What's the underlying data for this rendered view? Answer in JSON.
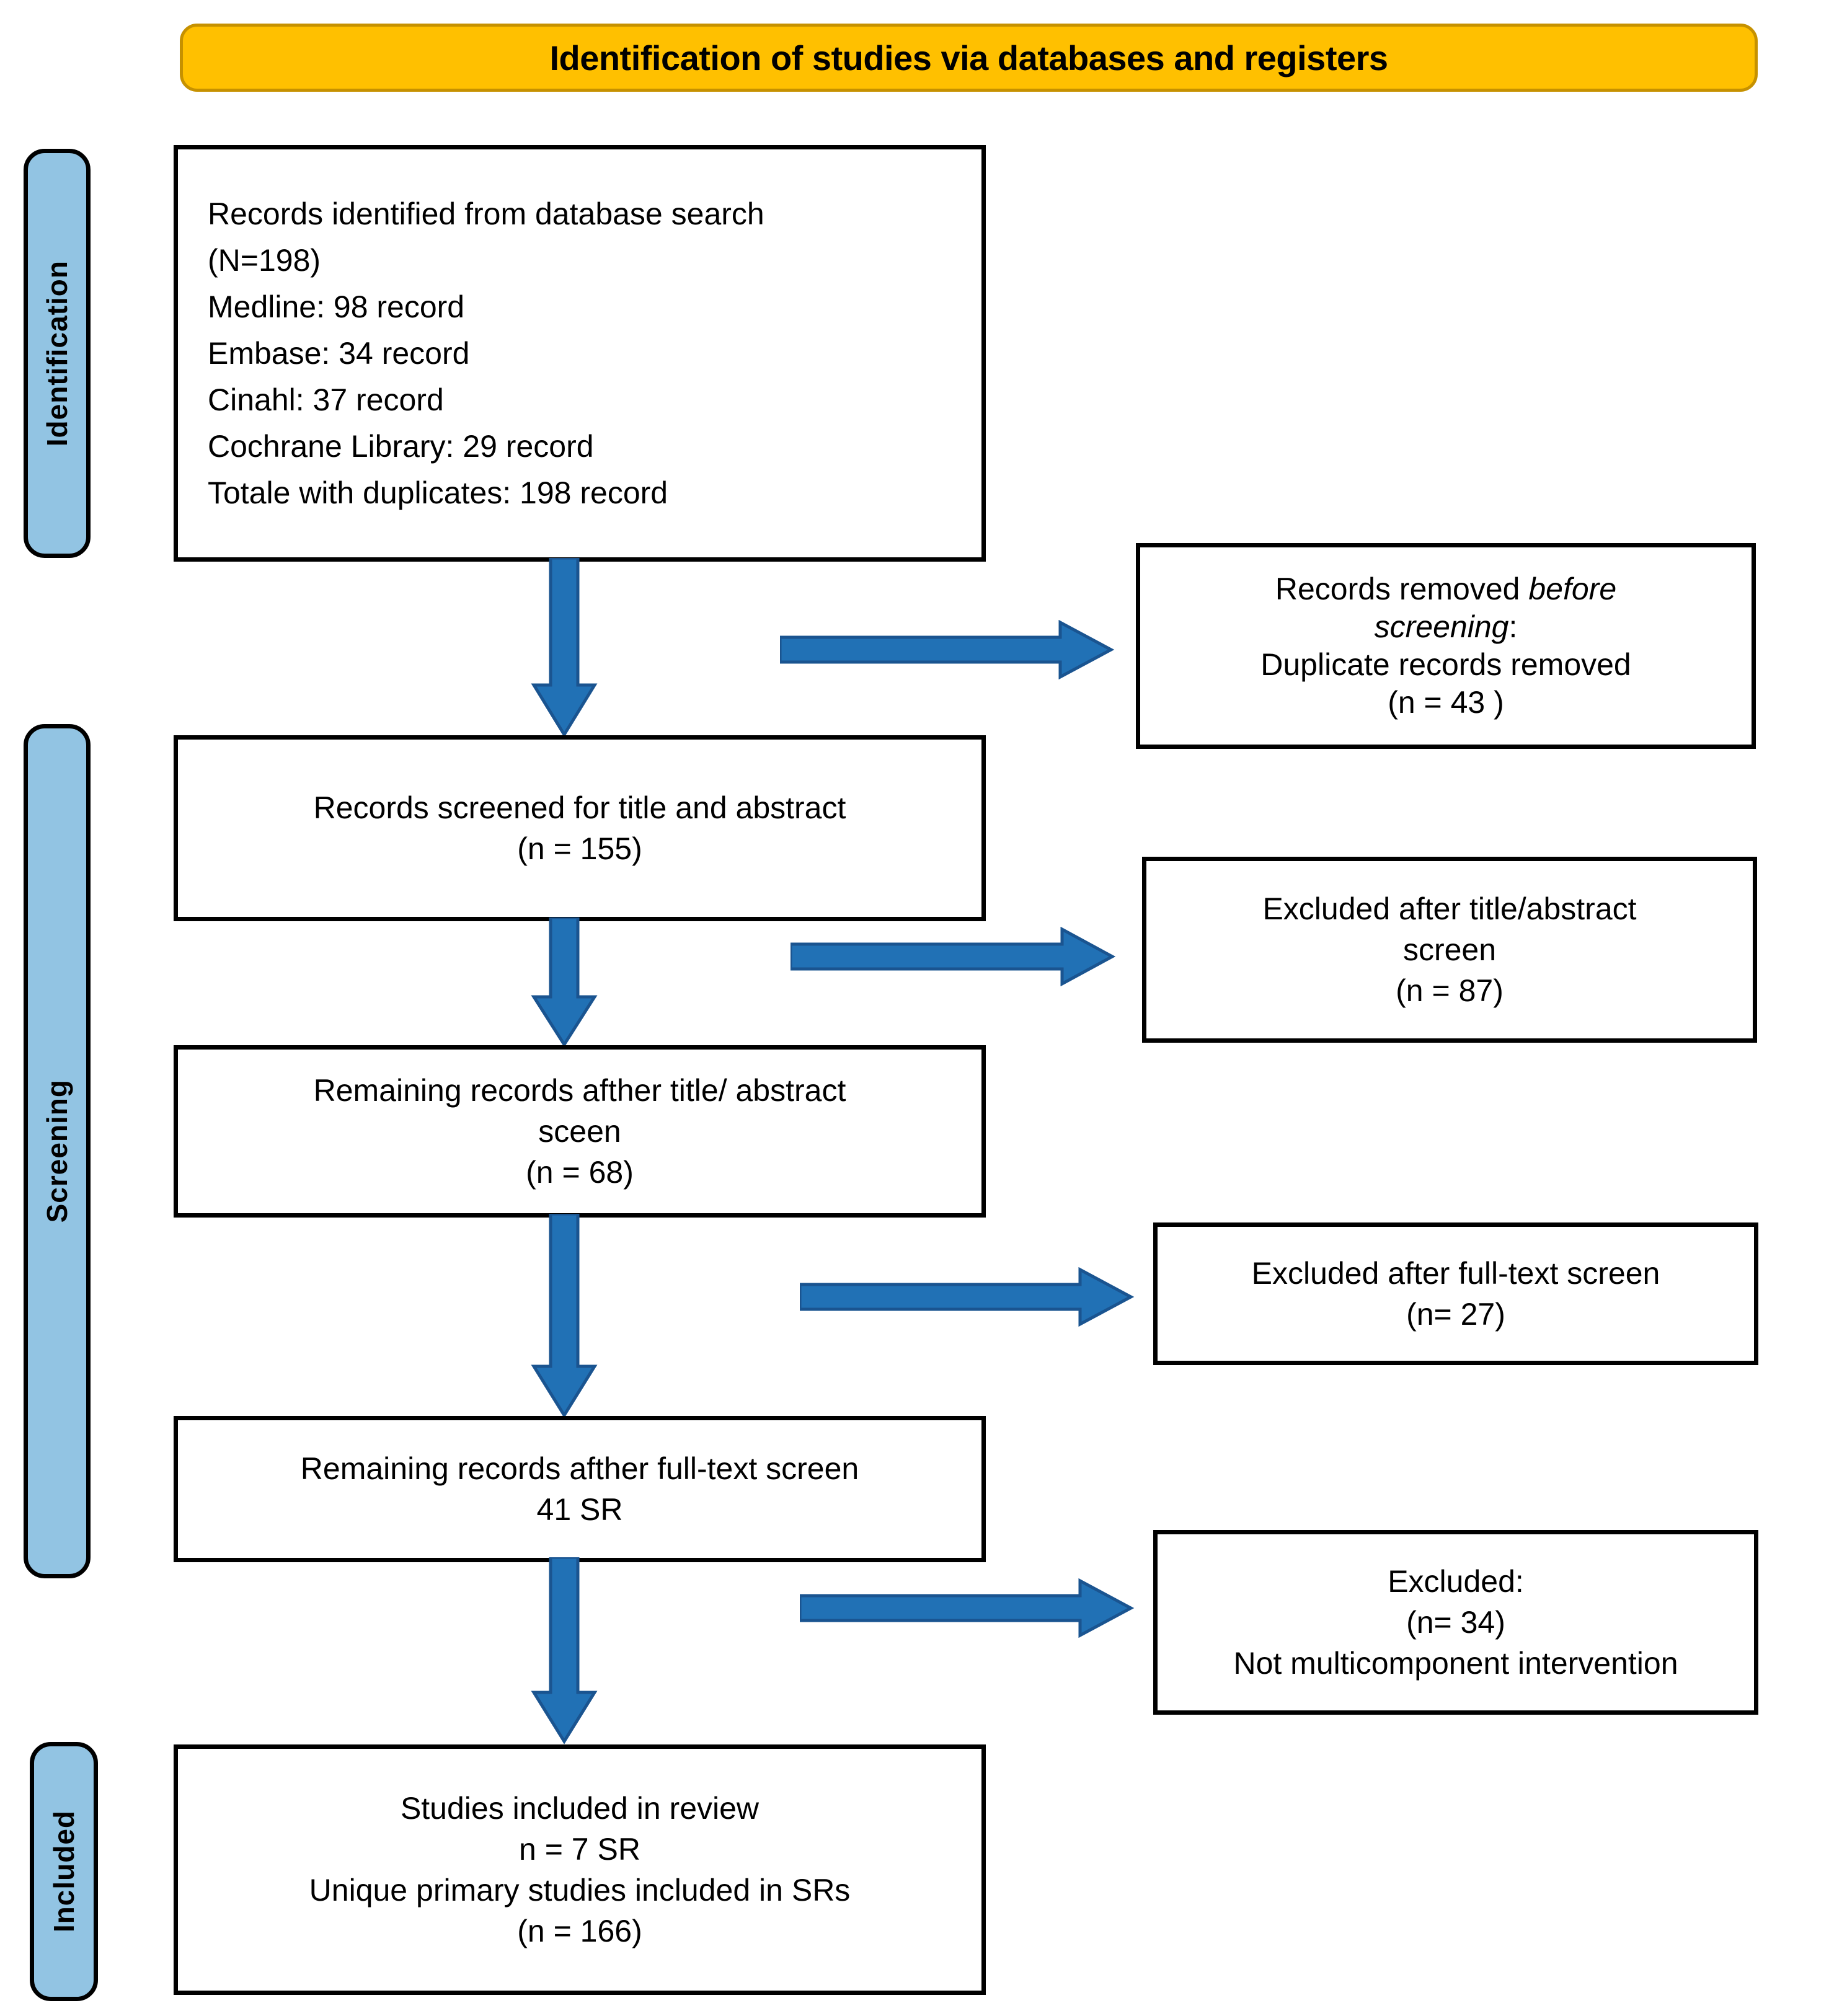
{
  "diagram": {
    "title": "Identification of studies via databases and registers",
    "type": "PRISMA flow diagram"
  },
  "banner": {
    "label": "Identification of studies via databases and registers",
    "bg_color": "#FFC000",
    "border_color": "#C69100"
  },
  "phases": [
    {
      "key": "identification",
      "label": "Identification",
      "bg_color": "#92C4E3"
    },
    {
      "key": "screening",
      "label": "Screening",
      "bg_color": "#92C4E3"
    },
    {
      "key": "included",
      "label": "Included",
      "bg_color": "#92C4E3"
    }
  ],
  "flow": {
    "identified": {
      "name": "records-identified-box",
      "lines": [
        "Records identified from database search",
        "(N=198)",
        "Medline: 98 record",
        "Embase: 34 record",
        "Cinahl: 37 record",
        "Cochrane Library: 29 record",
        "Totale with duplicates: 198 record"
      ]
    },
    "removed_before_screening": {
      "name": "records-removed-before-screening-box",
      "line1_plain": "Records removed ",
      "line1_italic": "before",
      "line2_italic": "screening",
      "line2_plain": ":",
      "line3": "Duplicate records removed",
      "line4": "(n = 43 )"
    },
    "screened": {
      "name": "records-screened-box",
      "lines": [
        "Records screened for title and abstract",
        "(n = 155)"
      ]
    },
    "excluded_title_abstract": {
      "name": "excluded-title-abstract-box",
      "lines": [
        "Excluded after title/abstract",
        "screen",
        "(n =  87)"
      ]
    },
    "remaining_after_title_abstract": {
      "name": "remaining-after-title-abstract-box",
      "lines": [
        "Remaining records afther title/ abstract",
        "sceen",
        "(n = 68)"
      ]
    },
    "excluded_full_text": {
      "name": "excluded-full-text-box",
      "lines": [
        "Excluded after full-text screen",
        "(n= 27)"
      ]
    },
    "remaining_after_full_text": {
      "name": "remaining-after-full-text-box",
      "lines": [
        "Remaining records afther full-text screen",
        "41 SR"
      ]
    },
    "excluded_not_multicomponent": {
      "name": "excluded-not-multicomponent-box",
      "lines": [
        "Excluded:",
        "(n= 34)",
        "Not multicomponent intervention"
      ]
    },
    "included": {
      "name": "studies-included-box",
      "lines": [
        "Studies included in review",
        "n = 7 SR",
        "Unique primary studies included in SRs",
        "(n = 166)"
      ]
    }
  },
  "arrows": {
    "fill_color": "#2171B5",
    "stroke_color": "#1A5490",
    "down": [
      {
        "name": "arrow-down-identified-to-screened"
      },
      {
        "name": "arrow-down-screened-to-remaining-ta"
      },
      {
        "name": "arrow-down-remaining-ta-to-remaining-ft"
      },
      {
        "name": "arrow-down-remaining-ft-to-included"
      }
    ],
    "right": [
      {
        "name": "arrow-right-to-removed-before-screening"
      },
      {
        "name": "arrow-right-to-excluded-title-abstract"
      },
      {
        "name": "arrow-right-to-excluded-full-text"
      },
      {
        "name": "arrow-right-to-excluded-not-multicomponent"
      }
    ]
  }
}
